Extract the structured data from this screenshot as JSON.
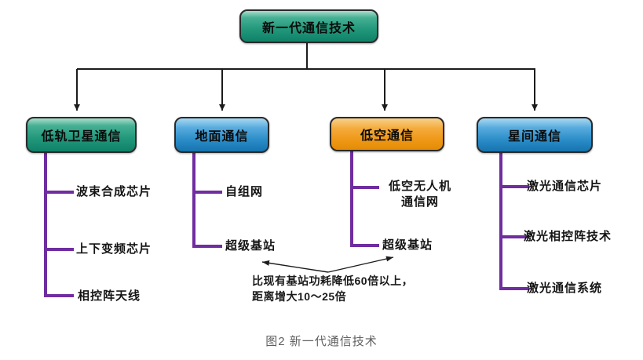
{
  "figure": {
    "root": {
      "label": "新一代通信技术"
    },
    "branches": [
      {
        "label": "低轨卫星通信",
        "color": "#23997c",
        "items": [
          "波束合成芯片",
          "上下变频芯片",
          "相控阵天线"
        ]
      },
      {
        "label": "地面通信",
        "color": "#2b8cc8",
        "items": [
          "自组网",
          "超级基站"
        ]
      },
      {
        "label": "低空通信",
        "color": "#ee9714",
        "items": [
          "低空无人机\n通信网",
          "超级基站"
        ]
      },
      {
        "label": "星间通信",
        "color": "#2b8cc8",
        "items": [
          "激光通信芯片",
          "激光相控阵技术",
          "激光通信系统"
        ]
      }
    ],
    "annotation": {
      "text": "比现有基站功耗降低60倍以上，\n距离增大10～25倍"
    },
    "caption": "图2  新一代通信技术",
    "colors": {
      "teal_box": "#23997c",
      "blue_box": "#2b8cc8",
      "orange_box": "#ee9714",
      "connector_purple": "#6f2da0",
      "line_black": "#1c1c1c",
      "caption_gray": "#5f5f5f"
    }
  }
}
